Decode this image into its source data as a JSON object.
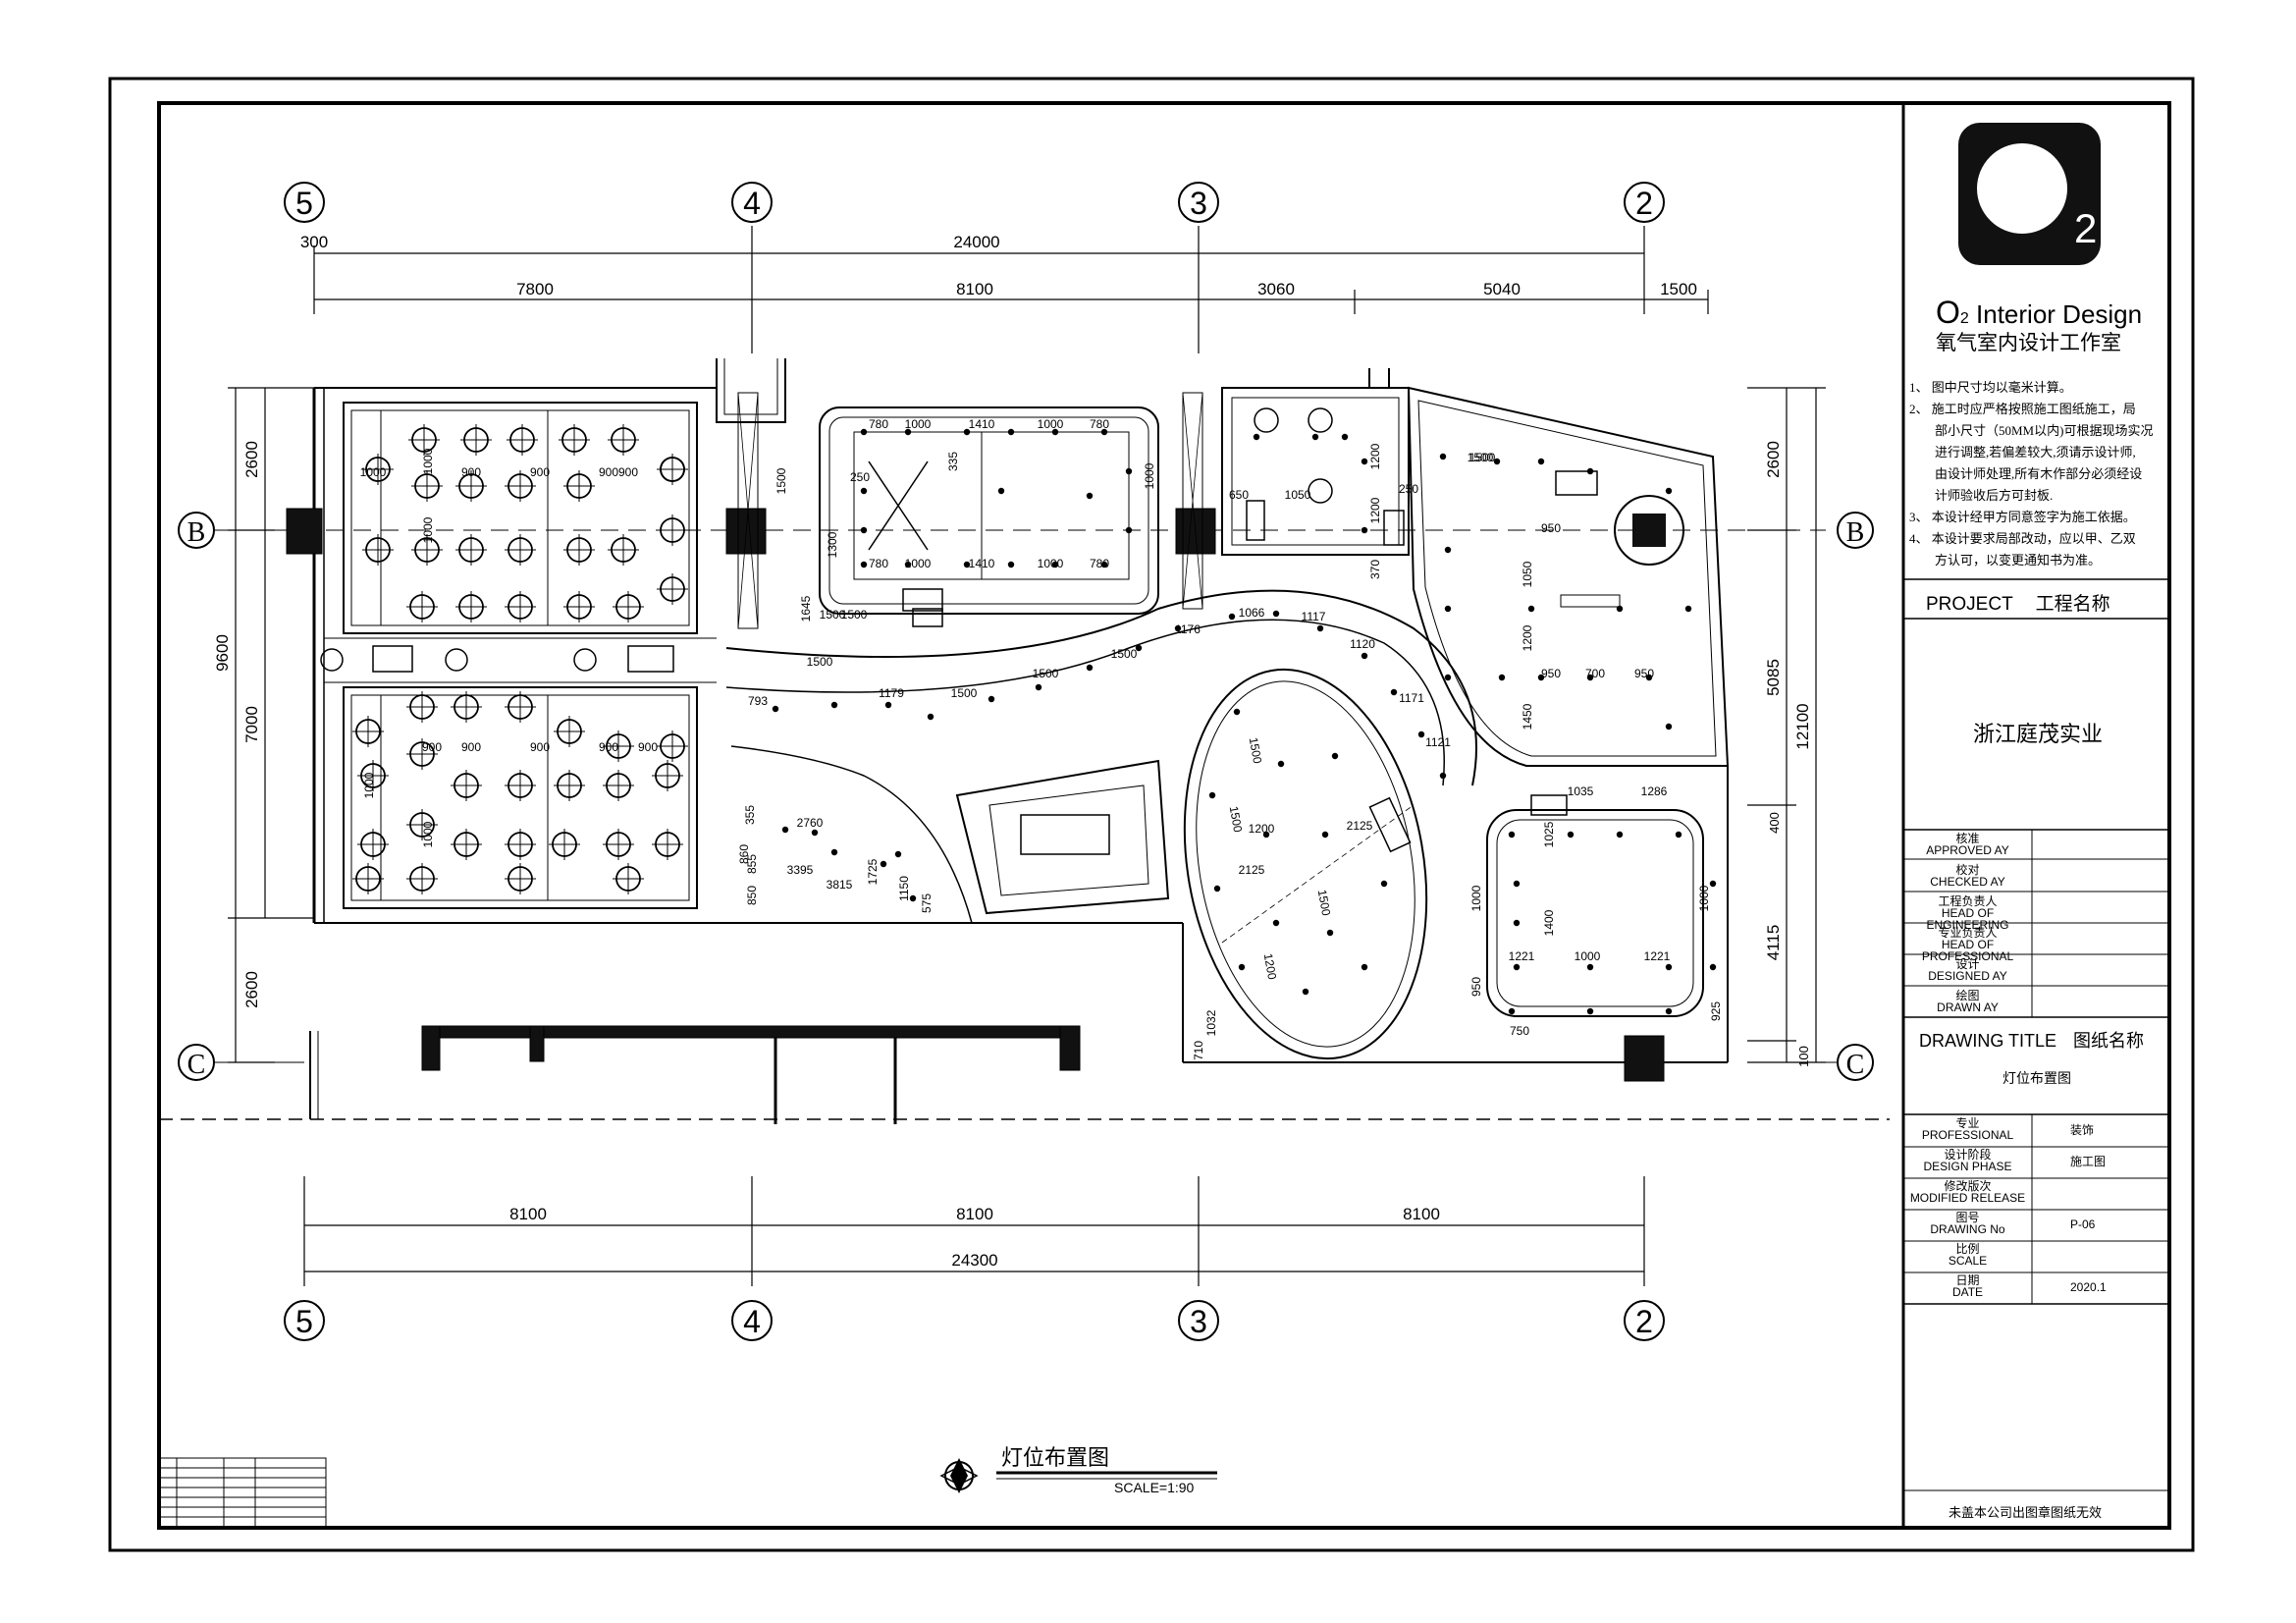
{
  "drawing": {
    "title": "灯位布置图",
    "scale_label": "SCALE=1:90"
  },
  "grid": {
    "axes_top": [
      "5",
      "4",
      "3",
      "2"
    ],
    "axes_bottom": [
      "5",
      "4",
      "3",
      "2"
    ],
    "rows": [
      "B",
      "C"
    ]
  },
  "dimensions": {
    "top_total": "24000",
    "top_offset": "300",
    "top_segments": [
      "7800",
      "8100",
      "3060",
      "5040",
      "1500"
    ],
    "bottom_segments": [
      "8100",
      "8100",
      "8100"
    ],
    "bottom_total": "24300",
    "left_segments": [
      "2600",
      "7000",
      "2600"
    ],
    "left_total": "9600",
    "right_segments": [
      "2600",
      "5085",
      "4115",
      "100"
    ],
    "right_total": "12100",
    "right_small": "400"
  },
  "plan_labels": {
    "room1": [
      "1000",
      "900",
      "900",
      "900",
      "1000",
      "1000",
      "900"
    ],
    "room2": [
      "900",
      "900",
      "900",
      "900",
      "1000",
      "1000",
      "900"
    ],
    "mid_top": [
      "780",
      "1000",
      "1410",
      "1000",
      "780",
      "250",
      "335",
      "1000",
      "1300",
      "1500",
      "1500",
      "355"
    ],
    "mid_bottom": [
      "780",
      "1000",
      "1410",
      "1000",
      "780"
    ],
    "corridor": [
      "793",
      "1500",
      "1179",
      "1500",
      "1500",
      "1500",
      "1176",
      "1066",
      "1117",
      "1120",
      "1171",
      "1121"
    ],
    "lower_left": [
      "2760",
      "3395",
      "3815",
      "1725",
      "1150",
      "575",
      "855",
      "860",
      "850"
    ],
    "ellipse": [
      "1500",
      "1200",
      "2125",
      "1500",
      "1500",
      "2125",
      "1200"
    ],
    "right_room": [
      "1500",
      "950",
      "1050",
      "1200",
      "1450",
      "950",
      "700",
      "950",
      "1500",
      "1200",
      "1050",
      "650",
      "370",
      "1200",
      "1035",
      "1286",
      "1025",
      "1000",
      "1400",
      "1000",
      "1221",
      "1000",
      "1221",
      "950",
      "925",
      "750"
    ],
    "misc": [
      "1645",
      "1500",
      "250",
      "710",
      "1032"
    ]
  },
  "title_block": {
    "logo_letter": "O",
    "logo_sub": "2",
    "company_en_prefix": "O",
    "company_en_sub": "2",
    "company_en_rest": " Interior Design",
    "company_cn": "氧气室内设计工作室",
    "notes": [
      "1、 图中尺寸均以毫米计算。",
      "2、 施工时应严格按照施工图纸施工，局",
      "部小尺寸（50MM以内)可根据现场实况",
      "进行调整,若偏差较大,须请示设计师,",
      "由设计师处理,所有木作部分必须经设",
      "计师验收后方可封板.",
      "3、 本设计经甲方同意签字为施工依据。",
      "4、 本设计要求局部改动，应以甲、乙双",
      "方认可，以变更通知书为准。"
    ],
    "project_en": "PROJECT",
    "project_cn": "工程名称",
    "project_name": "浙江庭茂实业",
    "rows": [
      {
        "cn": "核准",
        "en": "APPROVED AY",
        "value": ""
      },
      {
        "cn": "校对",
        "en": "CHECKED AY",
        "value": ""
      },
      {
        "cn": "工程负责人",
        "en": "HEAD OF ENGINEERING",
        "value": ""
      },
      {
        "cn": "专业负责人",
        "en": "HEAD OF PROFESSIONAL",
        "value": ""
      },
      {
        "cn": "设计",
        "en": "DESIGNED AY",
        "value": ""
      },
      {
        "cn": "绘图",
        "en": "DRAWN AY",
        "value": ""
      }
    ],
    "drawing_title_en": "DRAWING TITLE",
    "drawing_title_cn": "图纸名称",
    "drawing_title_value": "灯位布置图",
    "info_rows": [
      {
        "cn": "专业",
        "en": "PROFESSIONAL",
        "value": "装饰"
      },
      {
        "cn": "设计阶段",
        "en": "DESIGN PHASE",
        "value": "施工图"
      },
      {
        "cn": "修改版次",
        "en": "MODIFIED RELEASE",
        "value": ""
      },
      {
        "cn": "图号",
        "en": "DRAWING No",
        "value": "P-06"
      },
      {
        "cn": "比例",
        "en": "SCALE",
        "value": ""
      },
      {
        "cn": "日期",
        "en": "DATE",
        "value": "2020.1"
      }
    ],
    "footer": "未盖本公司出图章图纸无效"
  },
  "colors": {
    "line": "#000000",
    "fill_dark": "#111111",
    "paper": "#ffffff"
  }
}
